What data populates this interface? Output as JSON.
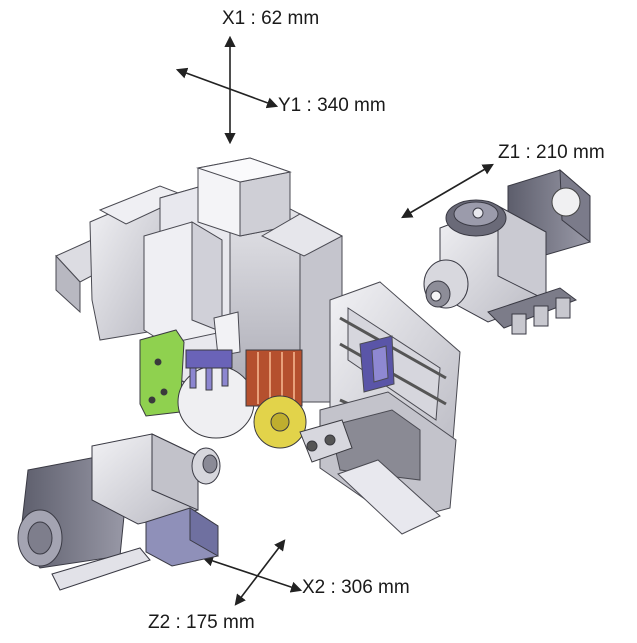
{
  "axes": {
    "x1": {
      "label": "X1 : 62 mm"
    },
    "y1": {
      "label": "Y1 : 340 mm"
    },
    "z1": {
      "label": "Z1 : 210 mm"
    },
    "x2": {
      "label": "X2 : 306 mm"
    },
    "z2": {
      "label": "Z2 : 175 mm"
    }
  },
  "colors": {
    "steel_light": "#e6e6ea",
    "steel_mid": "#c9c9cf",
    "steel_dark": "#8e8e98",
    "slate": "#6f7080",
    "tool_blue": "#6a63b8",
    "tool_copper": "#b5502e",
    "bracket_green": "#8fd14f",
    "turret_yellow": "#e2d34a",
    "line": "#333333"
  }
}
